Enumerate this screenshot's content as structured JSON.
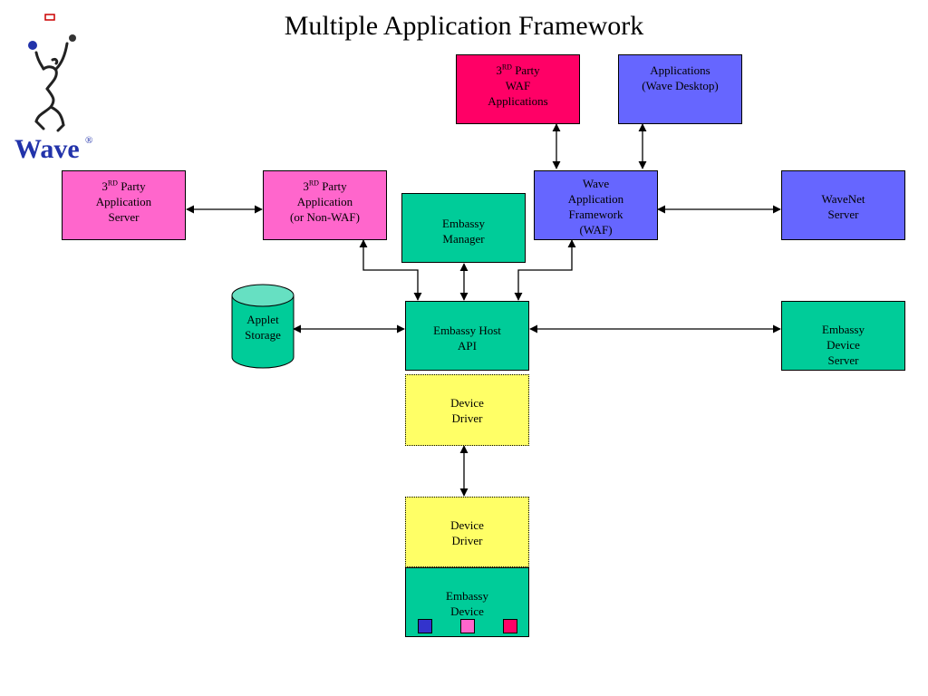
{
  "title": "Multiple Application Framework",
  "logo": {
    "wordmark": "Wave",
    "mark": "®"
  },
  "colors": {
    "pink": "#ff66cc",
    "magenta": "#ff0066",
    "blue": "#6666ff",
    "green": "#00cc99",
    "yellow": "#ffff66",
    "cylinder": "#66e0c2"
  },
  "boxes": {
    "third_party_waf_apps": {
      "ord": "3",
      "sup": "RD",
      "rest": " Party",
      "lines": [
        "WAF",
        "Applications"
      ]
    },
    "applications_wave_desktop": {
      "lines": [
        "Applications",
        "(Wave Desktop)"
      ]
    },
    "third_party_app_server": {
      "ord": "3",
      "sup": "RD",
      "rest": " Party",
      "lines": [
        "Application",
        "Server"
      ]
    },
    "third_party_app_non_waf": {
      "ord": "3",
      "sup": "RD",
      "rest": " Party",
      "lines": [
        "Application",
        "(or Non-WAF)"
      ]
    },
    "embassy_manager": {
      "lines": [
        "Embassy",
        "Manager"
      ]
    },
    "wave_app_framework": {
      "lines": [
        "Wave",
        "Application",
        "Framework",
        "(WAF)"
      ]
    },
    "wavenet_server": {
      "lines": [
        "WaveNet",
        "Server"
      ]
    },
    "applet_storage": {
      "lines": [
        "Applet",
        "Storage"
      ]
    },
    "embassy_host_api": {
      "lines": [
        "Embassy Host",
        "API"
      ]
    },
    "embassy_device_server": {
      "lines": [
        "Embassy",
        "Device",
        "Server"
      ]
    },
    "device_driver_1": {
      "lines": [
        "Device",
        "Driver"
      ]
    },
    "device_driver_2": {
      "lines": [
        "Device",
        "Driver"
      ]
    },
    "embassy_device": {
      "lines": [
        "Embassy",
        "Device"
      ]
    }
  }
}
